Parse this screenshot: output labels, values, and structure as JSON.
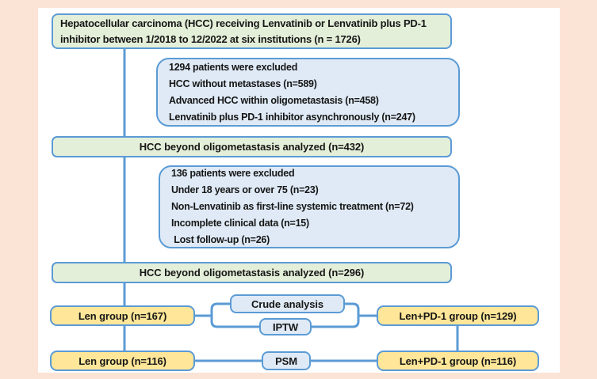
{
  "palette": {
    "page_background": "#fbe4d5",
    "panel_background": "#ffffff",
    "connector_blue": "#5b9bd5",
    "green_fill": "#e4efd9",
    "blue_fill": "#dfeaf6",
    "yellow_fill": "#ffe698",
    "text_color": "#161616"
  },
  "boxes": {
    "enrollment": {
      "text": "Hepatocellular carcinoma (HCC) receiving Lenvatinib or Lenvatinib plus PD-1 inhibitor between 1/2018 to 12/2022 at six institutions (n = 1726)"
    },
    "exclusion1": {
      "lines": [
        "1294 patients were excluded",
        "HCC without metastases (n=589)",
        "Advanced HCC within oligometastasis (n=458)",
        "Lenvatinib plus PD-1 inhibitor asynchronously (n=247)"
      ]
    },
    "analyzed432": {
      "text": "HCC beyond oligometastasis analyzed (n=432)"
    },
    "exclusion2": {
      "lines": [
        "136 patients were excluded",
        "Under 18 years or over 75 (n=23)",
        "Non-Lenvatinib as first-line systemic treatment (n=72)",
        "Incomplete clinical data (n=15)",
        " Lost follow-up (n=26)"
      ]
    },
    "analyzed296": {
      "text": "HCC beyond oligometastasis analyzed (n=296)"
    },
    "len_group_167": {
      "text": "Len group (n=167)"
    },
    "crude_analysis": {
      "text": "Crude analysis"
    },
    "iptw": {
      "text": "IPTW"
    },
    "len_pd1_group_129": {
      "text": "Len+PD-1 group (n=129)"
    },
    "len_group_116": {
      "text": "Len group (n=116)"
    },
    "psm": {
      "text": "PSM"
    },
    "len_pd1_group_116": {
      "text": "Len+PD-1 group (n=116)"
    }
  }
}
